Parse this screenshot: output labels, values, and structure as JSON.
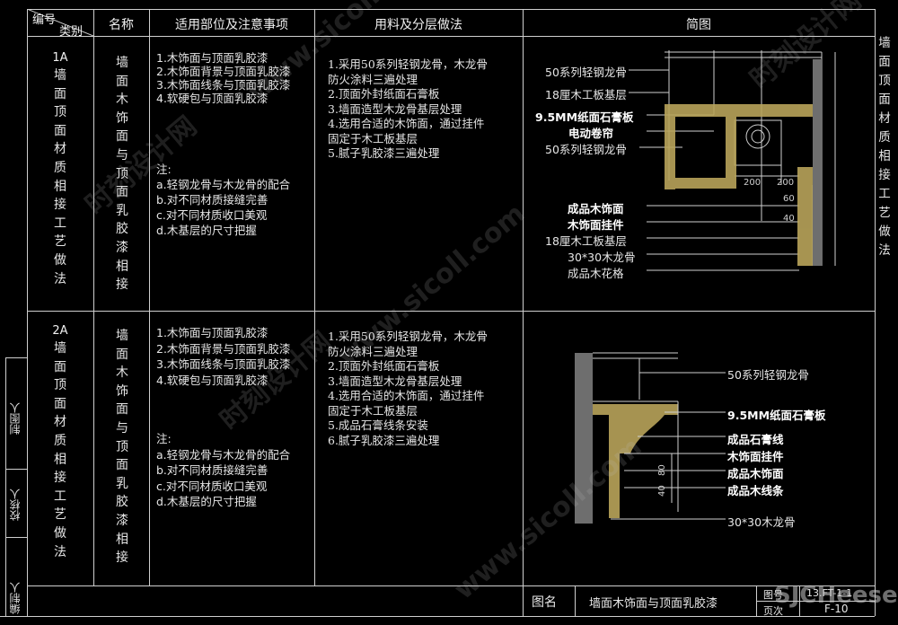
{
  "header": {
    "bianhao": "编号",
    "leibie": "类别",
    "name": "名称",
    "parts": "适用部位及注意事项",
    "materials": "用料及分层做法",
    "sketch": "简图"
  },
  "right_title": [
    "墙",
    "面",
    "顶",
    "面",
    "材",
    "质",
    "相",
    "接",
    "工",
    "艺",
    "做",
    "法"
  ],
  "rows": [
    {
      "code": "1A",
      "category": [
        "墙",
        "面",
        "顶",
        "面",
        "材",
        "质",
        "相",
        "接",
        "工",
        "艺",
        "做",
        "法"
      ],
      "name": [
        "墙",
        "面",
        "木",
        "饰",
        "面",
        "与",
        "顶",
        "面",
        "乳",
        "胶",
        "漆",
        "相",
        "接"
      ],
      "parts": [
        "1.木饰面与顶面乳胶漆",
        "2.木饰面背景与顶面乳胶漆",
        "3.木饰面线条与顶面乳胶漆",
        "4.软硬包与顶面乳胶漆"
      ],
      "notes_title": "注:",
      "notes": [
        "a.轻钢龙骨与木龙骨的配合",
        "b.对不同材质接缝完善",
        "c.对不同材质收口美观",
        "d.木基层的尺寸把握"
      ],
      "materials": [
        "1.采用50系列轻钢龙骨，木龙骨",
        "防火涂料三遍处理",
        "2.顶面外封纸面石膏板",
        "3.墙面造型木龙骨基层处理",
        "4.选用合适的木饰面，通过挂件",
        "固定于木工板基层",
        "5.腻子乳胶漆三遍处理"
      ],
      "labels": [
        "50系列轻钢龙骨",
        "18厘木工板基层",
        "9.5MM纸面石膏板",
        "电动卷帘",
        "50系列轻钢龙骨",
        "成品木饰面",
        "木饰面挂件",
        "18厘木工板基层",
        "30*30木龙骨",
        "成品木花格"
      ],
      "dims": [
        "200",
        "200",
        "60",
        "40"
      ]
    },
    {
      "code": "2A",
      "category": [
        "墙",
        "面",
        "顶",
        "面",
        "材",
        "质",
        "相",
        "接",
        "工",
        "艺",
        "做",
        "法"
      ],
      "name": [
        "墙",
        "面",
        "木",
        "饰",
        "面",
        "与",
        "顶",
        "面",
        "乳",
        "胶",
        "漆",
        "相",
        "接"
      ],
      "parts": [
        "1.木饰面与顶面乳胶漆",
        "2.木饰面背景与顶面乳胶漆",
        "3.木饰面线条与顶面乳胶漆",
        "4.软硬包与顶面乳胶漆"
      ],
      "notes_title": "注:",
      "notes": [
        "a.轻钢龙骨与木龙骨的配合",
        "b.对不同材质接缝完善",
        "c.对不同材质收口美观",
        "d.木基层的尺寸把握"
      ],
      "materials": [
        "1.采用50系列轻钢龙骨，木龙骨",
        "防火涂料三遍处理",
        "2.顶面外封纸面石膏板",
        "3.墙面造型木龙骨基层处理",
        "4.选用合适的木饰面，通过挂件",
        "固定于木工板基层",
        "5.成品石膏线条安装",
        "6.腻子乳胶漆三遍处理"
      ],
      "labels": [
        "50系列轻钢龙骨",
        "9.5MM纸面石膏板",
        "成品石膏线",
        "木饰面挂件",
        "成品木饰面",
        "成品木线条",
        "30*30木龙骨"
      ],
      "dims": [
        "80",
        "40"
      ]
    }
  ],
  "side": {
    "drawer": "制图人",
    "checker": "校核人",
    "editor": "编制人"
  },
  "footer": {
    "title_label": "图名",
    "title_value": "墙面木饰面与顶面乳胶漆",
    "figno_label": "图号",
    "figno_value": "13.FT-1-1",
    "page_label": "页次",
    "page_value": "F-10"
  },
  "watermarks": [
    "www.sicoll.com",
    "时刻设计网",
    "www.sicoll.com",
    "时刻设计网",
    "www.sicoll.com",
    "时刻设计网"
  ],
  "corner_logo": "SJCHeese"
}
